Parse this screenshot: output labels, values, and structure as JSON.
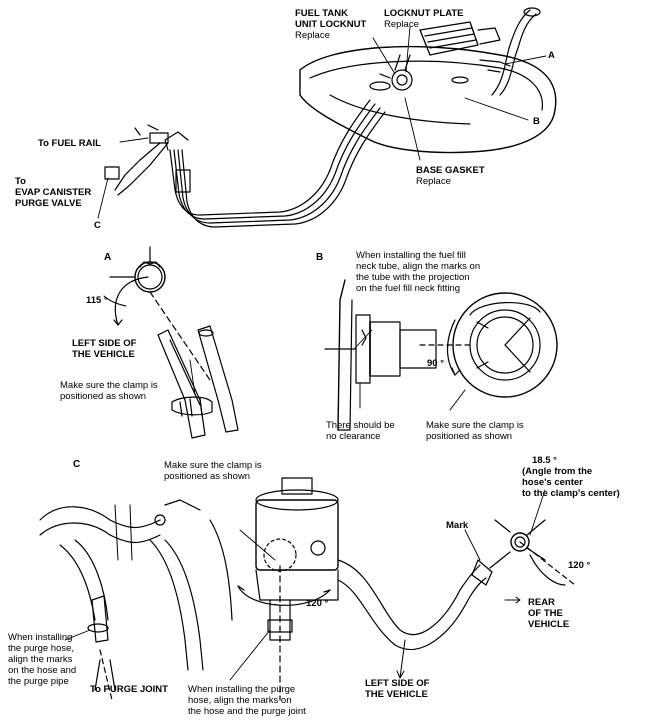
{
  "top": {
    "fuel_tank_unit_locknut": "FUEL TANK\nUNIT LOCKNUT",
    "locknut_replace": "Replace",
    "locknut_plate": "LOCKNUT PLATE",
    "locknut_plate_replace": "Replace",
    "callout_a": "A",
    "callout_b": "B",
    "callout_c": "C",
    "to_fuel_rail": "To FUEL RAIL",
    "to_evap": "To\nEVAP CANISTER\nPURGE VALVE",
    "base_gasket": "BASE GASKET",
    "base_gasket_replace": "Replace"
  },
  "detail_a": {
    "title": "A",
    "angle": "115 °",
    "left_side": "LEFT SIDE OF\nTHE VEHICLE",
    "clamp_note": "Make sure the clamp is\npositioned as shown"
  },
  "detail_b": {
    "title": "B",
    "install_note": "When installing the fuel fill\nneck tube, align the marks on\nthe tube with the projection\non the fuel fill neck fitting",
    "angle": "90 °",
    "clearance_note": "There should be\nno clearance",
    "clamp_note": "Make sure the clamp is\npositioned as shown"
  },
  "detail_c": {
    "title": "C",
    "clamp_note": "Make sure the clamp is\npositioned as shown",
    "angle_185": "18.5 °",
    "angle_note": "(Angle from the\nhose's center\nto the clamp's center)",
    "mark": "Mark",
    "angle_120_right": "120 °",
    "angle_120_center": "120 °",
    "rear": "REAR\nOF THE\nVEHICLE",
    "purge_hose_note": "When installing\nthe purge hose,\nalign the marks\non the hose and\nthe purge pipe",
    "to_purge_joint": "To PURGE JOINT",
    "purge_hose_note2": "When installing the purge\nhose, align the marks on\nthe hose and the purge joint",
    "left_side": "LEFT SIDE OF\nTHE VEHICLE"
  }
}
